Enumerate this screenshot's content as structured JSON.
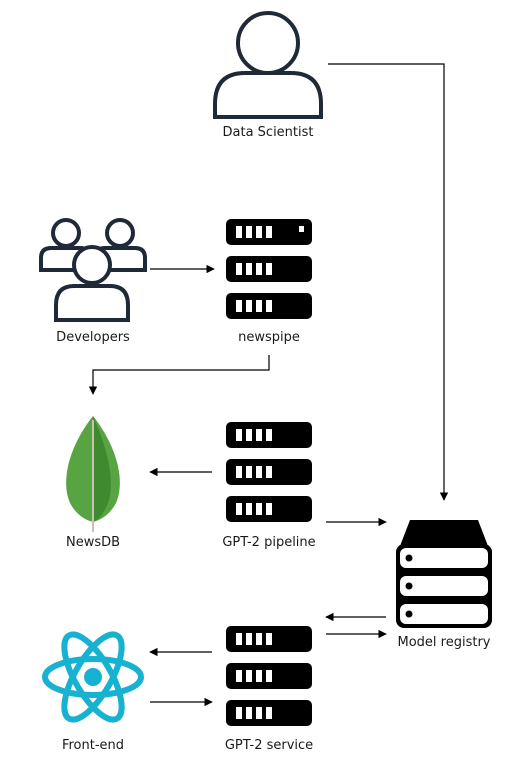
{
  "nodes": {
    "data_scientist": {
      "label": "Data Scientist",
      "icon": "person-icon"
    },
    "developers": {
      "label": "Developers",
      "icon": "people-group-icon"
    },
    "newspipe": {
      "label": "newspipe",
      "icon": "server-stack-icon"
    },
    "newsdb": {
      "label": "NewsDB",
      "icon": "mongodb-leaf-icon"
    },
    "gpt2_pipeline": {
      "label": "GPT-2 pipeline",
      "icon": "server-stack-icon"
    },
    "model_registry": {
      "label": "Model registry",
      "icon": "storage-stack-icon"
    },
    "frontend": {
      "label": "Front-end",
      "icon": "react-atom-icon"
    },
    "gpt2_service": {
      "label": "GPT-2 service",
      "icon": "server-stack-icon"
    }
  },
  "colors": {
    "icon_dark": "#1f2937",
    "server_black": "#000000",
    "leaf_green": "#4f9a3a",
    "react_cyan": "#17b2d1",
    "arrow": "#000000"
  }
}
